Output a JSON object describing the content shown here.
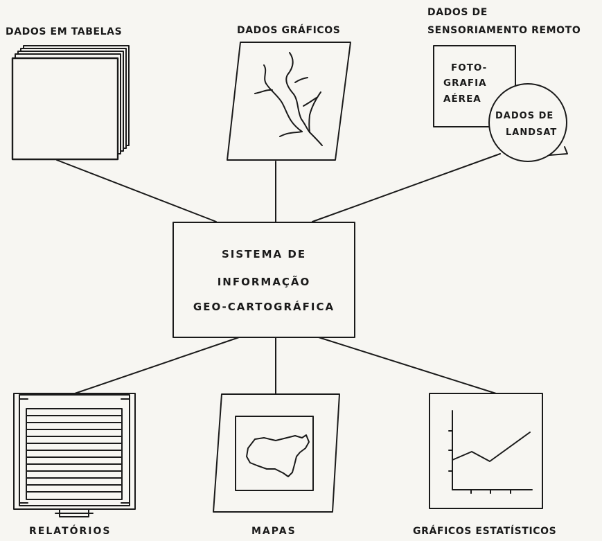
{
  "inputs": {
    "tables": "DADOS EM TABELAS",
    "graphics": "DADOS GRÁFICOS",
    "remote_sensing_line1": "DADOS  DE",
    "remote_sensing_line2": "SENSORIAMENTO REMOTO",
    "aerial_photo_line1": "FOTO-",
    "aerial_photo_line2": "GRAFIA",
    "aerial_photo_line3": "AÉREA",
    "landsat_line1": "DADOS DE",
    "landsat_line2": "LANDSAT"
  },
  "center": {
    "line1": "SISTEMA DE",
    "line2": "INFORMAÇÃO",
    "line3": "GEO-CARTOGRÁFICA"
  },
  "outputs": {
    "reports": "RELATÓRIOS",
    "maps": "MAPAS",
    "stat_graphics": "GRÁFICOS ESTATÍSTICOS"
  }
}
